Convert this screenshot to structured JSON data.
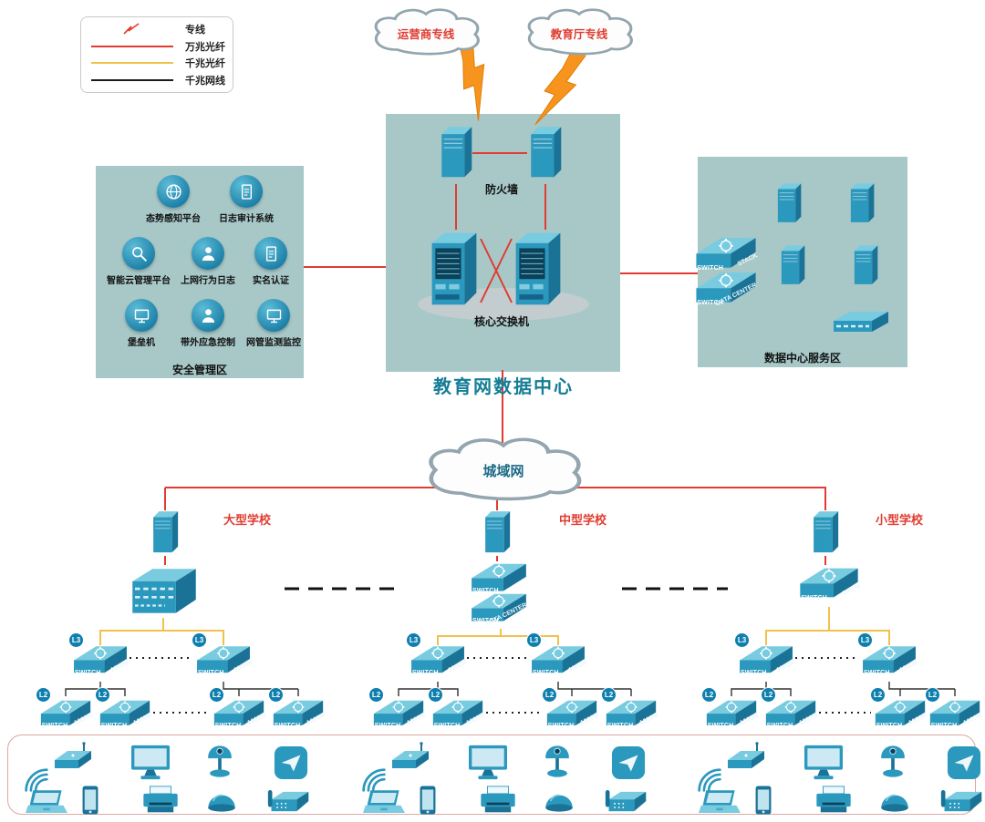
{
  "legend": {
    "items": [
      {
        "label": "专线",
        "type": "lightning",
        "color": "#e03c31"
      },
      {
        "label": "万兆光纤",
        "type": "line",
        "color": "#e03c31"
      },
      {
        "label": "千兆光纤",
        "type": "line",
        "color": "#f0c24b"
      },
      {
        "label": "千兆网线",
        "type": "line",
        "color": "#1a1a1a"
      }
    ]
  },
  "top_clouds": {
    "carrier": "运营商专线",
    "education": "教育厅专线"
  },
  "data_center": {
    "title": "教育网数据中心",
    "firewall_label": "防火墙",
    "core_switch_label": "核心交换机"
  },
  "security_zone": {
    "label": "安全管理区",
    "items": [
      {
        "label": "态势感知平台"
      },
      {
        "label": "日志审计系统"
      },
      {
        "label": "智能云管理平台"
      },
      {
        "label": "上网行为日志"
      },
      {
        "label": "实名认证"
      },
      {
        "label": "堡垒机"
      },
      {
        "label": "带外应急控制"
      },
      {
        "label": "网管监测监控"
      }
    ]
  },
  "service_zone": {
    "label": "数据中心服务区",
    "stack_top": "SWITCH",
    "stack_top2": "STACK",
    "stack_bottom": "SWITCH",
    "stack_bottom2": "DATA CENTER"
  },
  "man_cloud": {
    "label": "城域网"
  },
  "schools": [
    {
      "label": "大型学校"
    },
    {
      "label": "中型学校",
      "core_left": "SWITCH",
      "core_right": "DATA CENTER"
    },
    {
      "label": "小型学校",
      "core_left": "SWITCH",
      "core_right": "1000M"
    }
  ],
  "switch_labels": {
    "name": "SWITCH",
    "speed": "1000M",
    "l3": "L3",
    "l2": "L2"
  }
}
